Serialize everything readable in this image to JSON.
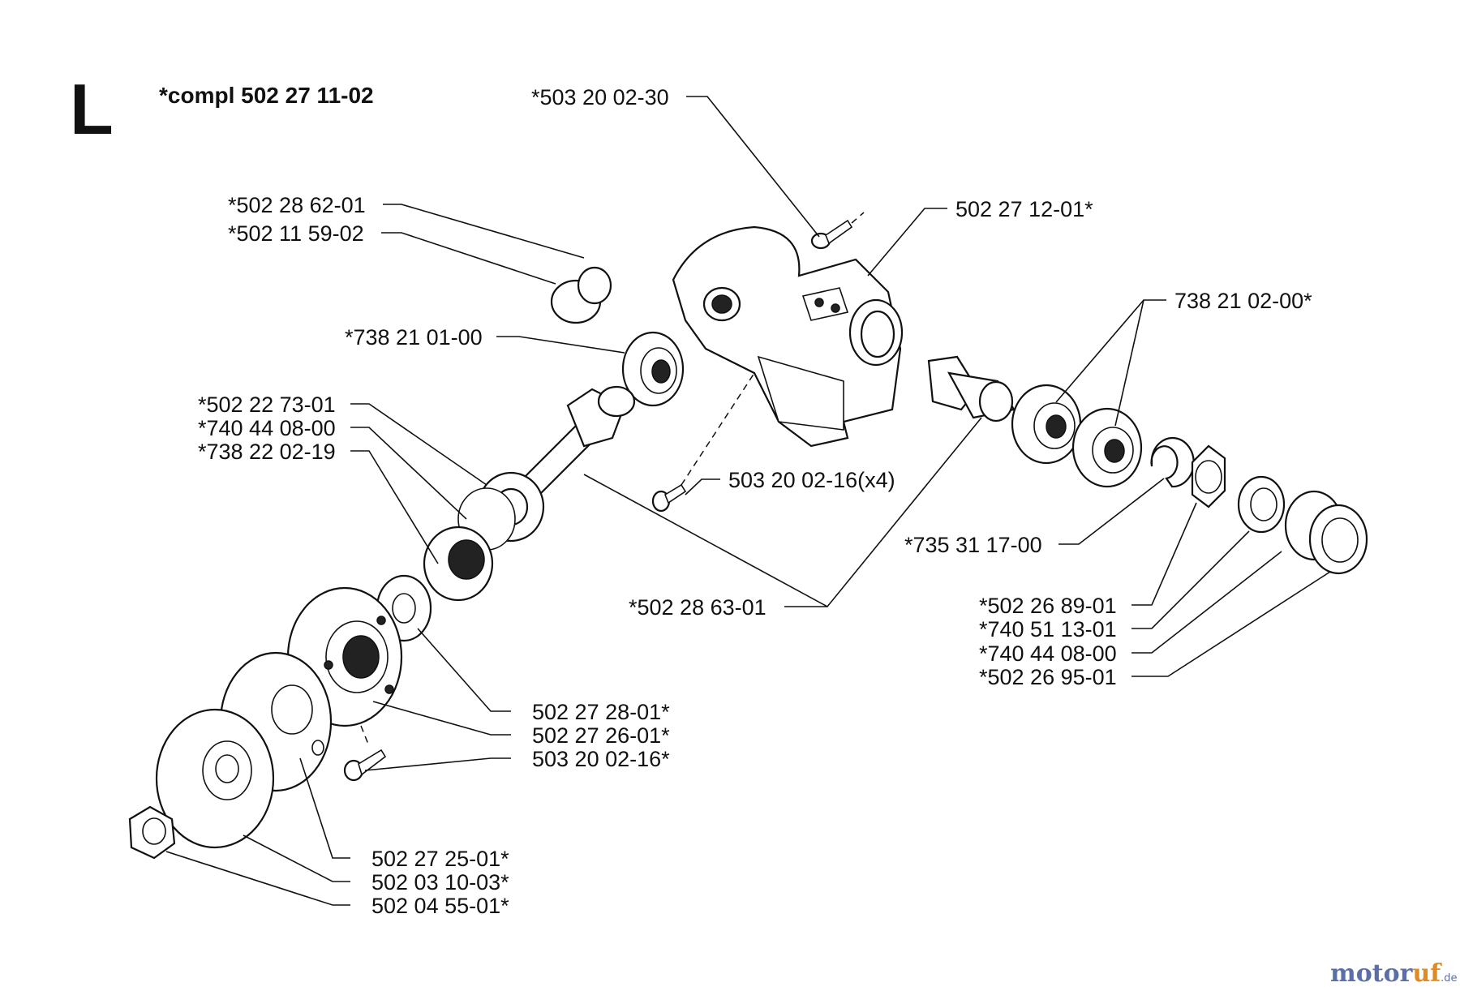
{
  "section_letter": "L",
  "assembly_label": "*compl 502 27 11-02",
  "callouts": [
    {
      "id": "c1",
      "text": "*503 20 02-30"
    },
    {
      "id": "c2",
      "text": "*502 28 62-01"
    },
    {
      "id": "c3",
      "text": "*502 11 59-02"
    },
    {
      "id": "c4",
      "text": "502 27 12-01*"
    },
    {
      "id": "c5",
      "text": "738 21 02-00*"
    },
    {
      "id": "c6",
      "text": "*738 21 01-00"
    },
    {
      "id": "c7",
      "text": "*502 22 73-01"
    },
    {
      "id": "c8",
      "text": "*740 44 08-00"
    },
    {
      "id": "c9",
      "text": "*738 22 02-19"
    },
    {
      "id": "c10",
      "text": "503 20 02-16(x4)"
    },
    {
      "id": "c11",
      "text": "*735 31 17-00"
    },
    {
      "id": "c12",
      "text": "*502 28 63-01"
    },
    {
      "id": "c13",
      "text": "*502 26 89-01"
    },
    {
      "id": "c14",
      "text": "*740 51 13-01"
    },
    {
      "id": "c15",
      "text": "*740 44 08-00"
    },
    {
      "id": "c16",
      "text": "*502 26 95-01"
    },
    {
      "id": "c17",
      "text": "502 27 28-01*"
    },
    {
      "id": "c18",
      "text": "502 27 26-01*"
    },
    {
      "id": "c19",
      "text": "503 20 02-16*"
    },
    {
      "id": "c20",
      "text": "502 27 25-01*"
    },
    {
      "id": "c21",
      "text": "502 03 10-03*"
    },
    {
      "id": "c22",
      "text": "502 04 55-01*"
    }
  ],
  "watermark": {
    "part1": "motor",
    "part2": "uf",
    "suffix": ".de"
  }
}
